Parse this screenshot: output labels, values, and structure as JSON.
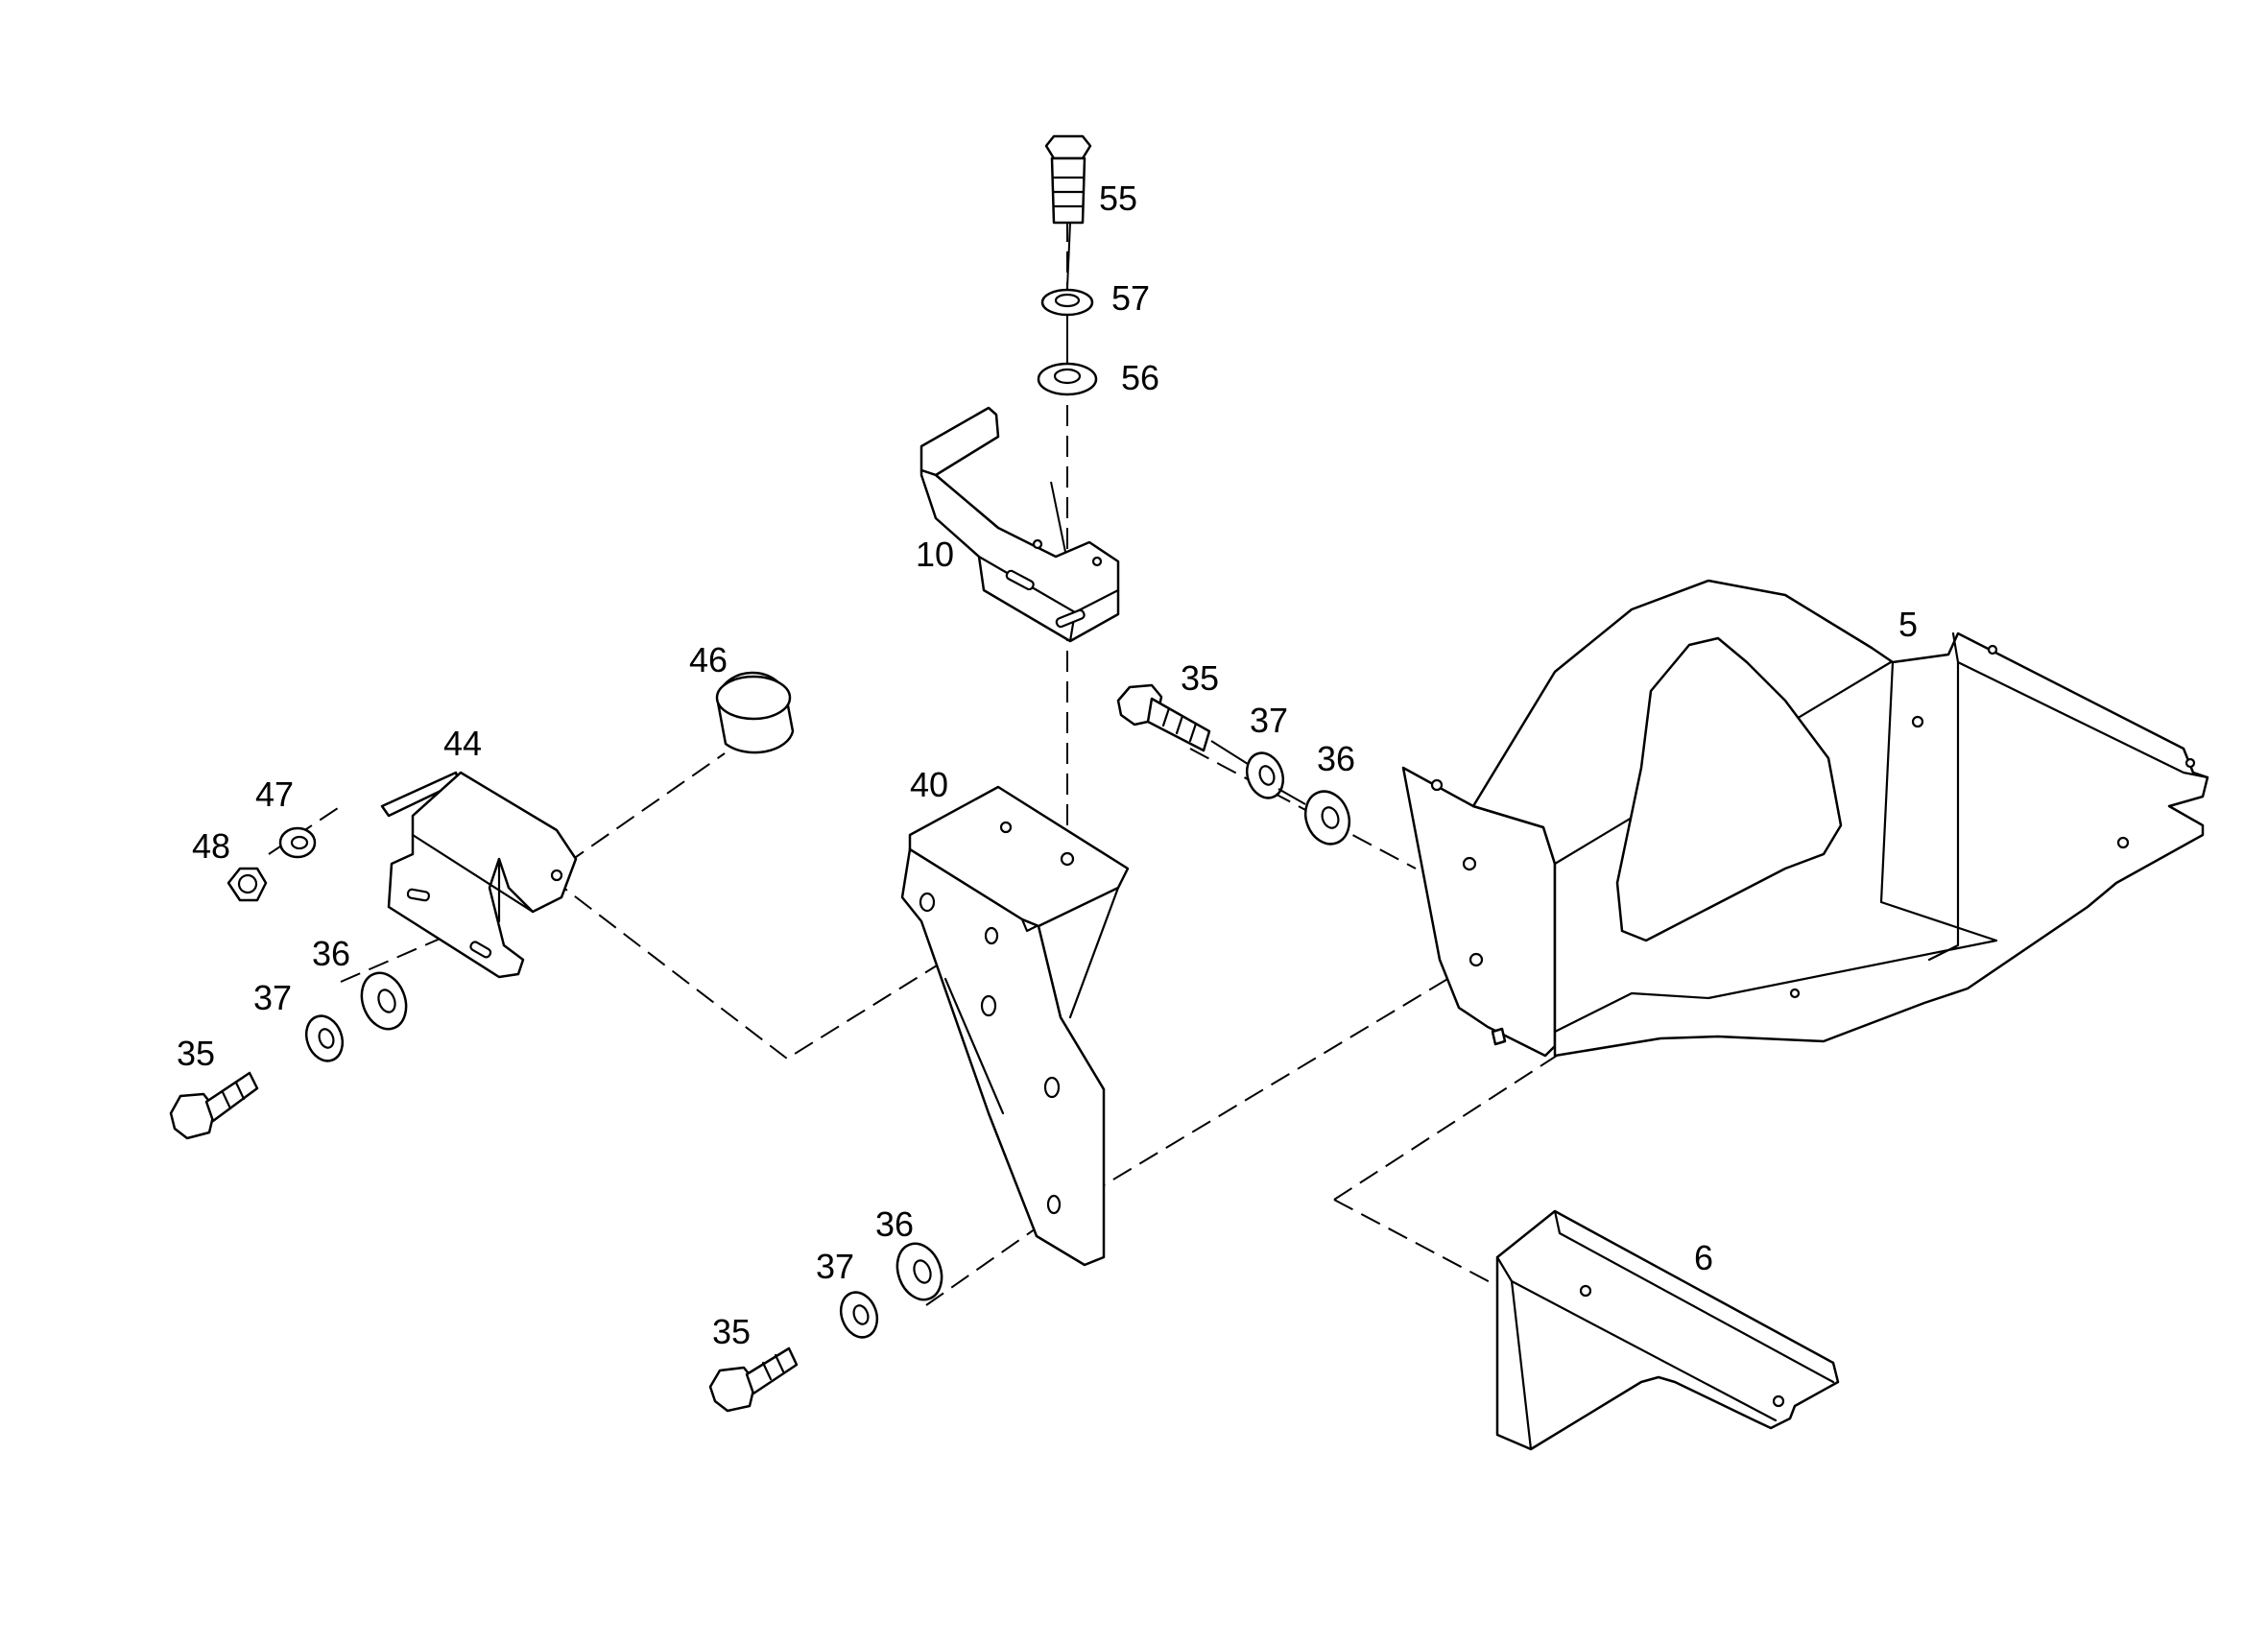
{
  "callouts": {
    "c55": "55",
    "c57": "57",
    "c56": "56",
    "c10": "10",
    "c35_top": "35",
    "c37_top": "37",
    "c36_top": "36",
    "c5": "5",
    "c46": "46",
    "c44": "44",
    "c40": "40",
    "c47": "47",
    "c48": "48",
    "c36_left": "36",
    "c37_left": "37",
    "c35_left": "35",
    "c36_bottom": "36",
    "c37_bottom": "37",
    "c35_bottom": "35",
    "c6": "6"
  }
}
